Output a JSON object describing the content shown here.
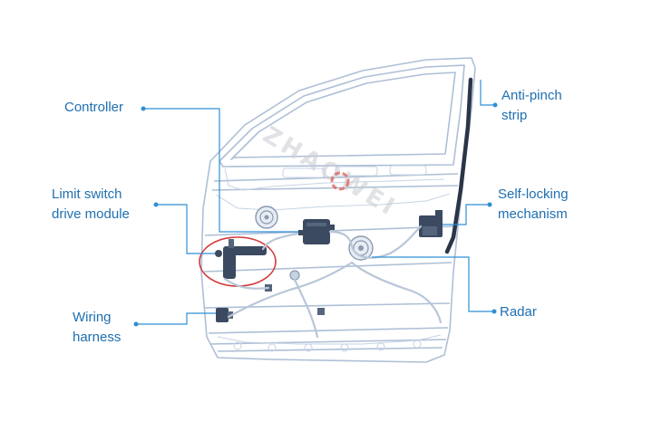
{
  "callouts": {
    "controller": "Controller",
    "limit_switch": "Limit switch\ndrive module",
    "wiring_harness": "Wiring\nharness",
    "anti_pinch": "Anti-pinch\nstrip",
    "self_locking": "Self-locking\nmechanism",
    "radar": "Radar"
  },
  "watermark": "ZHAOWEI",
  "colors": {
    "leader": "#2e8fd6",
    "label_text": "#1f6fb0",
    "door_outline": "#aebfd6",
    "component": "#3b4a60",
    "highlight": "#d23a3a",
    "watermark": "#c9ccd2",
    "watermark_accent": "#e0524a"
  }
}
